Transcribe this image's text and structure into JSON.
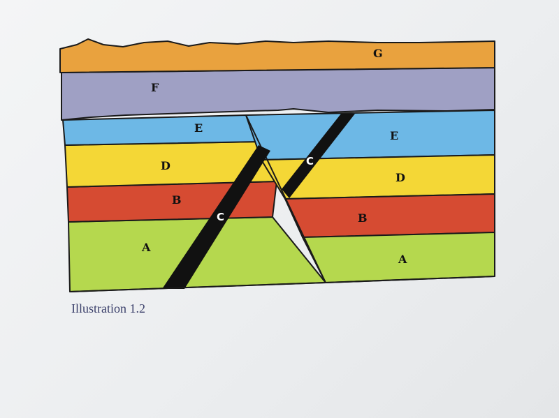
{
  "caption": "Illustration 1.2",
  "colors": {
    "G": "#E9A23E",
    "F": "#9FA0C4",
    "E": "#6DB8E6",
    "D": "#F4D736",
    "B": "#D64B32",
    "A": "#B5D84E",
    "C": "#111111",
    "outline": "#1a1a1a"
  },
  "layers": {
    "G": "G",
    "F": "F",
    "E_left": "E",
    "E_right": "E",
    "D_left": "D",
    "D_right": "D",
    "B_left": "B",
    "B_right": "B",
    "A_left": "A",
    "A_right": "A"
  },
  "dike": {
    "label_upper": "C",
    "label_lower": "C"
  }
}
